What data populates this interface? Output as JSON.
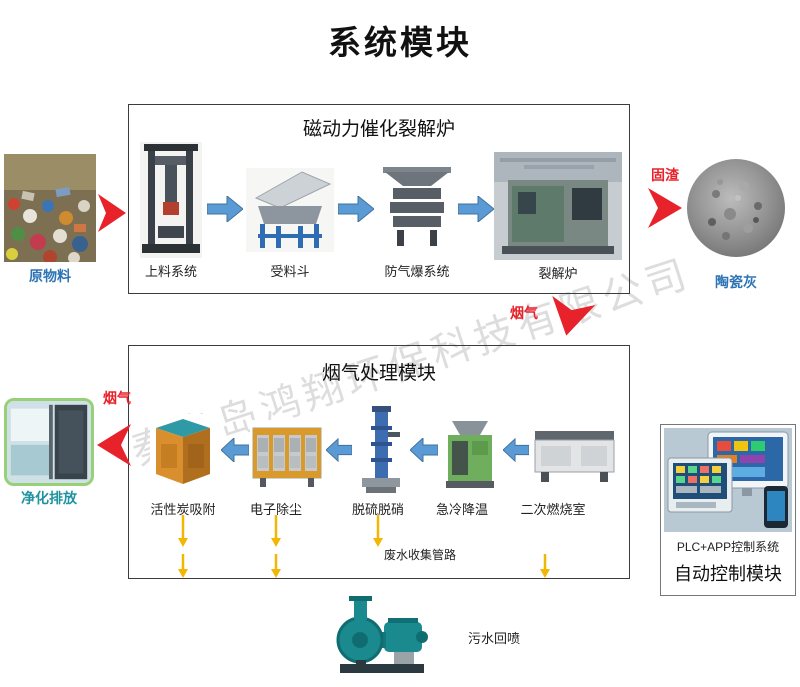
{
  "title": "系统模块",
  "watermark": "秦皇岛鸿翔环保科技有限公司",
  "pyrolysis": {
    "box_title": "磁动力催化裂解炉",
    "input_label": "原物料",
    "modules": [
      {
        "label": "上料系统"
      },
      {
        "label": "受料斗"
      },
      {
        "label": "防气爆系统"
      },
      {
        "label": "裂解炉"
      }
    ],
    "residue_label": "固渣",
    "ash_label": "陶瓷灰"
  },
  "flue": {
    "down_label": "烟气",
    "out_label": "烟气"
  },
  "treatment": {
    "box_title": "烟气处理模块",
    "modules": [
      {
        "label": "活性炭吸附"
      },
      {
        "label": "电子除尘"
      },
      {
        "label": "脱硫脱硝"
      },
      {
        "label": "急冷降温"
      },
      {
        "label": "二次燃烧室"
      }
    ],
    "clean_label": "净化排放",
    "pipeline_label": "废水收集管路",
    "pump_label": "污水回喷"
  },
  "control": {
    "system_label": "PLC+APP控制系统",
    "module_label": "自动控制模块"
  },
  "colors": {
    "arrow_blue": "#5B9BD5",
    "arrow_red": "#E8222A",
    "arrow_yellow": "#F2B705",
    "label_blue": "#2E74B5",
    "label_teal": "#2193A0",
    "green_frame": "#97d077"
  }
}
